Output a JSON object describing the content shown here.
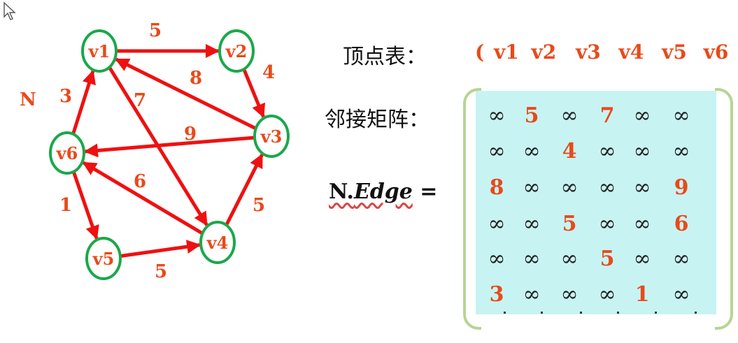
{
  "graph": {
    "name": "N",
    "vertices": [
      "v1",
      "v2",
      "v3",
      "v4",
      "v5",
      "v6"
    ],
    "edges": [
      {
        "from": "v1",
        "to": "v2",
        "weight": "5"
      },
      {
        "from": "v2",
        "to": "v3",
        "weight": "4"
      },
      {
        "from": "v3",
        "to": "v1",
        "weight": "8"
      },
      {
        "from": "v1",
        "to": "v4",
        "weight": "7"
      },
      {
        "from": "v3",
        "to": "v6",
        "weight": "9"
      },
      {
        "from": "v6",
        "to": "v1",
        "weight": "3"
      },
      {
        "from": "v4",
        "to": "v6",
        "weight": "6"
      },
      {
        "from": "v4",
        "to": "v3",
        "weight": "5"
      },
      {
        "from": "v6",
        "to": "v5",
        "weight": "1"
      },
      {
        "from": "v5",
        "to": "v4",
        "weight": "5"
      }
    ],
    "colors": {
      "edge": "#ee1111",
      "vertex_ring": "#1aa84a",
      "label": "#e84a1a"
    }
  },
  "vertex_table": {
    "label": "顶点表：",
    "open": "(",
    "items": [
      "v1",
      "v2",
      "v3",
      "v4",
      "v5",
      "v6"
    ],
    "close": ")"
  },
  "adjacency_matrix": {
    "label": "邻接矩阵：",
    "edge_label_prefix": "N.",
    "edge_label_name": "Edge",
    "edge_label_suffix": " =",
    "rows": [
      [
        "∞",
        "5",
        "∞",
        "7",
        "∞",
        "∞"
      ],
      [
        "∞",
        "∞",
        "4",
        "∞",
        "∞",
        "∞"
      ],
      [
        "8",
        "∞",
        "∞",
        "∞",
        "∞",
        "9"
      ],
      [
        "∞",
        "∞",
        "5",
        "∞",
        "∞",
        "6"
      ],
      [
        "∞",
        "∞",
        "∞",
        "5",
        "∞",
        "∞"
      ],
      [
        "3",
        "∞",
        "∞",
        "∞",
        "1",
        "∞"
      ]
    ]
  }
}
